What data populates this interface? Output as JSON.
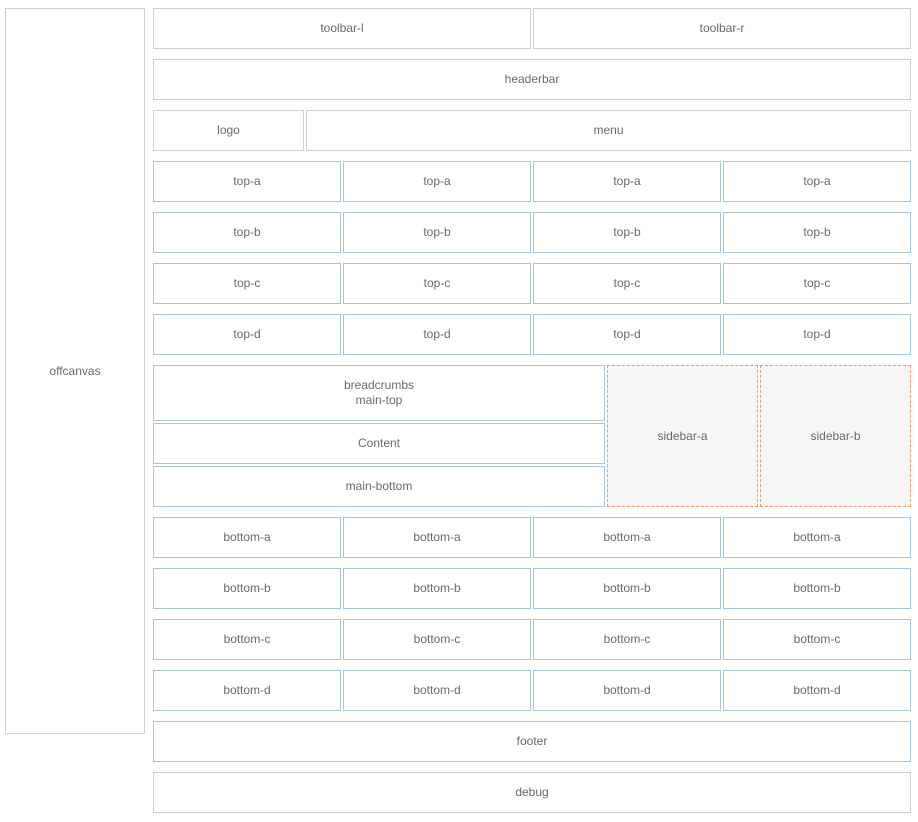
{
  "offcanvas": {
    "label": "offcanvas"
  },
  "toolbar": {
    "left": "toolbar-l",
    "right": "toolbar-r"
  },
  "headerbar": {
    "label": "headerbar"
  },
  "logo": {
    "label": "logo"
  },
  "menu": {
    "label": "menu"
  },
  "top_rows": [
    {
      "labels": [
        "top-a",
        "top-a",
        "top-a",
        "top-a"
      ]
    },
    {
      "labels": [
        "top-b",
        "top-b",
        "top-b",
        "top-b"
      ]
    },
    {
      "labels": [
        "top-c",
        "top-c",
        "top-c",
        "top-c"
      ]
    },
    {
      "labels": [
        "top-d",
        "top-d",
        "top-d",
        "top-d"
      ]
    }
  ],
  "main": {
    "breadcrumbs": "breadcrumbs",
    "main_top": "main-top",
    "content": "Content",
    "main_bottom": "main-bottom"
  },
  "sidebars": {
    "a": "sidebar-a",
    "b": "sidebar-b"
  },
  "bottom_rows": [
    {
      "labels": [
        "bottom-a",
        "bottom-a",
        "bottom-a",
        "bottom-a"
      ]
    },
    {
      "labels": [
        "bottom-b",
        "bottom-b",
        "bottom-b",
        "bottom-b"
      ]
    },
    {
      "labels": [
        "bottom-c",
        "bottom-c",
        "bottom-c",
        "bottom-c"
      ]
    },
    {
      "labels": [
        "bottom-d",
        "bottom-d",
        "bottom-d",
        "bottom-d"
      ]
    }
  ],
  "footer": {
    "label": "footer"
  },
  "debug": {
    "label": "debug"
  },
  "colors": {
    "gray_border": "#d0d0d0",
    "blue_border": "#a8c5de",
    "sidebar_border": "#ec9a78",
    "sidebar_fill": "#f8f6f4",
    "text": "#6a6a6a"
  }
}
